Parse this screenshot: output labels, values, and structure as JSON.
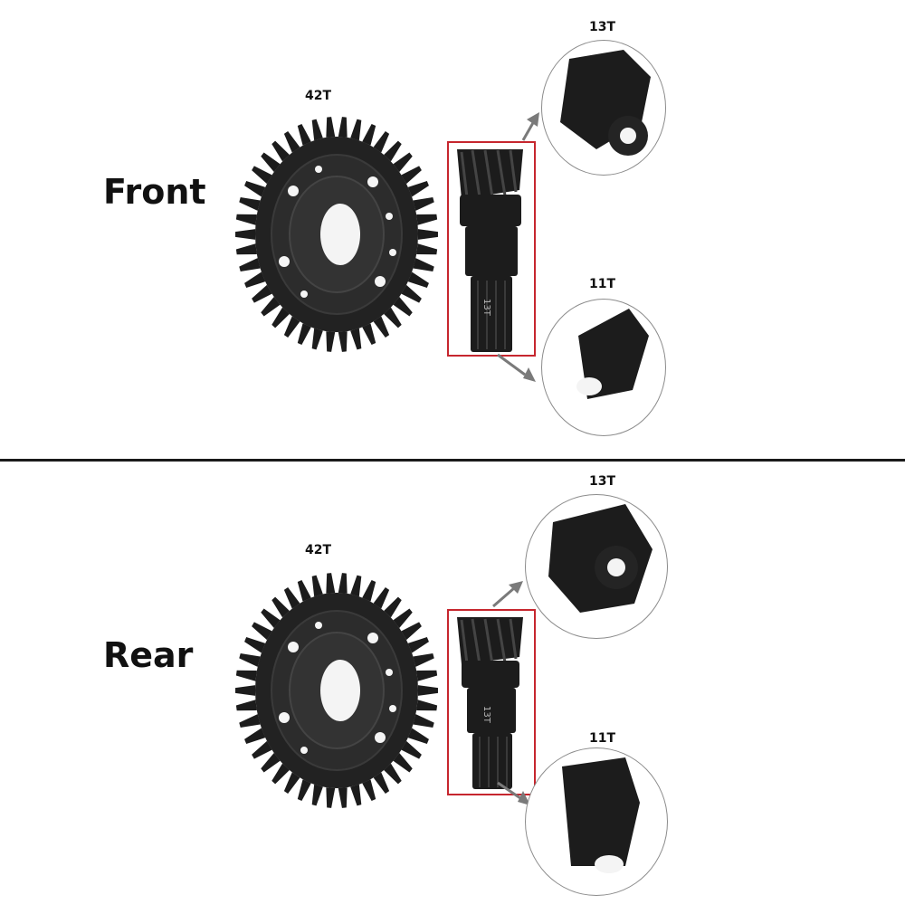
{
  "front": {
    "title": "Front",
    "ring_gear_label": "42T",
    "pinion_top_label": "13T",
    "pinion_bottom_label": "11T",
    "shaft_marking": "13T"
  },
  "rear": {
    "title": "Rear",
    "ring_gear_label": "42T",
    "pinion_top_label": "13T",
    "pinion_bottom_label": "11T",
    "shaft_marking": "13T"
  },
  "colors": {
    "gear": "#1c1c1c",
    "highlight_box": "#c6262e",
    "arrow": "#7a7a7a",
    "circle_border": "#8c8c8c"
  },
  "icons": [
    "ring-gear-icon",
    "pinion-gear-icon",
    "arrow-icon"
  ]
}
